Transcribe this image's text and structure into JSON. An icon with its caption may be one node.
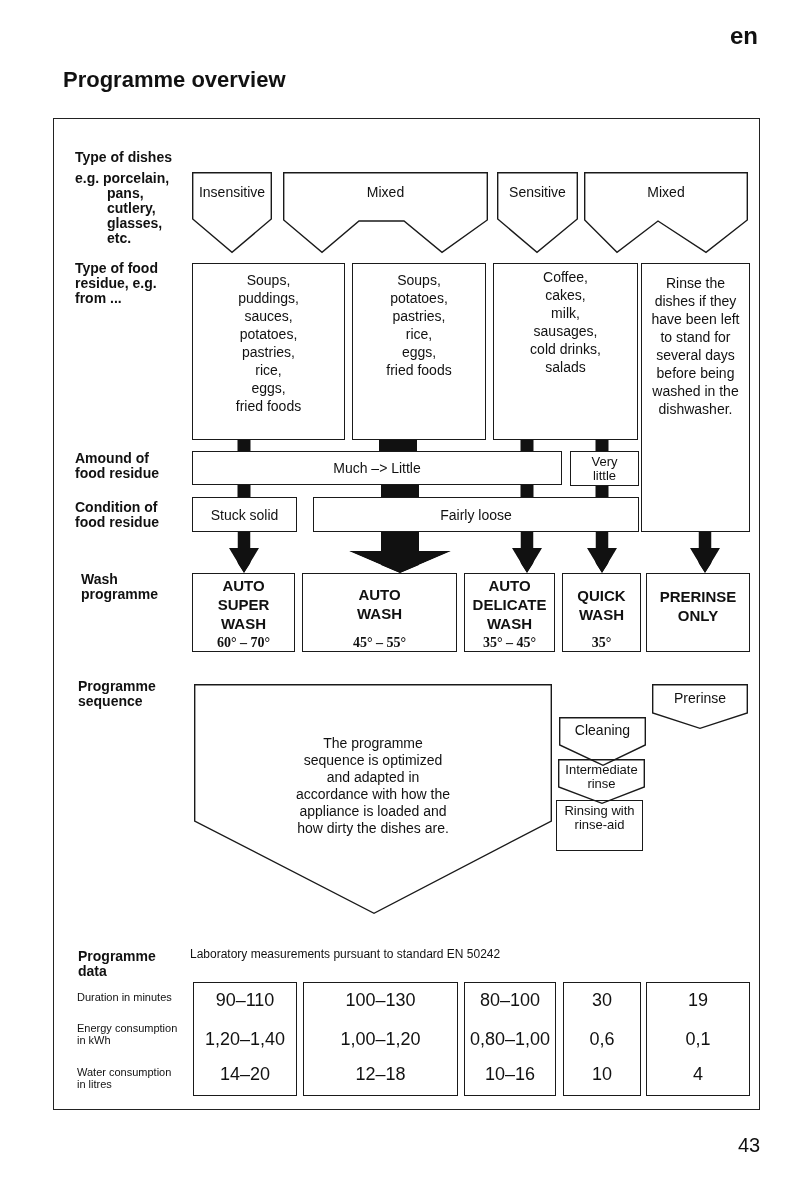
{
  "diagram": {
    "title": "Programme overview",
    "nodes": [
      {
        "text": [
          "Insensitive"
        ]
      },
      {
        "text": [
          "Mixed"
        ]
      },
      {
        "text": [
          "Sensitive"
        ]
      },
      {
        "text": [
          "Mixed"
        ]
      },
      {
        "text": [
          "Soups, puddings, sauces, potatoes, pastries, rice, eggs, fried foods"
        ]
      },
      {
        "text": [
          "Soups, potatoes, pastries, rice, eggs, fried foods"
        ]
      },
      {
        "text": [
          "Coffee, cakes, milk, sausages, cold drinks, salads"
        ]
      },
      {
        "text": [
          "Rinse the dishes if they have been left to stand for several days before being washed in the dishwasher."
        ]
      },
      {
        "text": [
          "Much –> Little"
        ]
      },
      {
        "text": [
          "Very little"
        ]
      },
      {
        "text": [
          "Stuck solid"
        ]
      },
      {
        "text": [
          "Fairly loose"
        ]
      },
      {
        "text": [
          "AUTO SUPER WASH",
          "60° – 70°"
        ]
      },
      {
        "text": [
          "AUTO WASH",
          "45° – 55°"
        ]
      },
      {
        "text": [
          "AUTO DELICATE WASH",
          "35° – 45°"
        ]
      },
      {
        "text": [
          "QUICK WASH",
          "35°"
        ]
      },
      {
        "text": [
          "PRERINSE ONLY"
        ]
      },
      {
        "text": [
          "The programme sequence is optimized and adapted in accordance with how the appliance is loaded and how dirty the dishes are."
        ]
      },
      {
        "text": [
          "Cleaning"
        ]
      },
      {
        "text": [
          "Intermediate rinse"
        ]
      },
      {
        "text": [
          "Rinsing with rinse-aid"
        ]
      },
      {
        "text": [
          "Prerinse"
        ]
      },
      {
        "text": [
          "90–110",
          "1,20–1,40",
          "14–20"
        ]
      },
      {
        "text": [
          "100–130",
          "1,00–1,20",
          "12–18"
        ]
      },
      {
        "text": [
          "80–100",
          "0,80–1,00",
          "10–16"
        ]
      },
      {
        "text": [
          "30",
          "0,6",
          "10"
        ]
      },
      {
        "text": [
          "19",
          "0,1",
          "4"
        ]
      }
    ],
    "edges": [
      {
        "from": 4,
        "to": 8,
        "arrow": "none"
      },
      {
        "from": 5,
        "to": 8,
        "arrow": "none",
        "style": "thick"
      },
      {
        "from": 6,
        "to": 8,
        "arrow": "none"
      },
      {
        "from": 6,
        "to": 9,
        "arrow": "none"
      },
      {
        "from": 8,
        "to": 10,
        "arrow": "none"
      },
      {
        "from": 8,
        "to": 11,
        "arrow": "none",
        "style": "thick"
      },
      {
        "from": 8,
        "to": 11,
        "arrow": "none"
      },
      {
        "from": 9,
        "to": 11,
        "arrow": "none"
      },
      {
        "from": 10,
        "to": 12,
        "arrow": "to"
      },
      {
        "from": 11,
        "to": 13,
        "arrow": "to",
        "style": "thick"
      },
      {
        "from": 11,
        "to": 14,
        "arrow": "to"
      },
      {
        "from": 11,
        "to": 15,
        "arrow": "to"
      },
      {
        "from": 7,
        "to": 16,
        "arrow": "to"
      }
    ],
    "labels": [
      "en",
      "Type of dishes",
      "e.g. porcelain, pans, cutlery, glasses, etc.",
      "Type of food residue, e.g. from ...",
      "Amound of food residue",
      "Condition of food residue",
      "Wash programme",
      "Programme sequence",
      "Programme data",
      "Laboratory measurements pursuant to standard EN 50242",
      "Duration in minutes",
      "Energy consumption in kWh",
      "Water consumption in litres",
      "43"
    ]
  }
}
